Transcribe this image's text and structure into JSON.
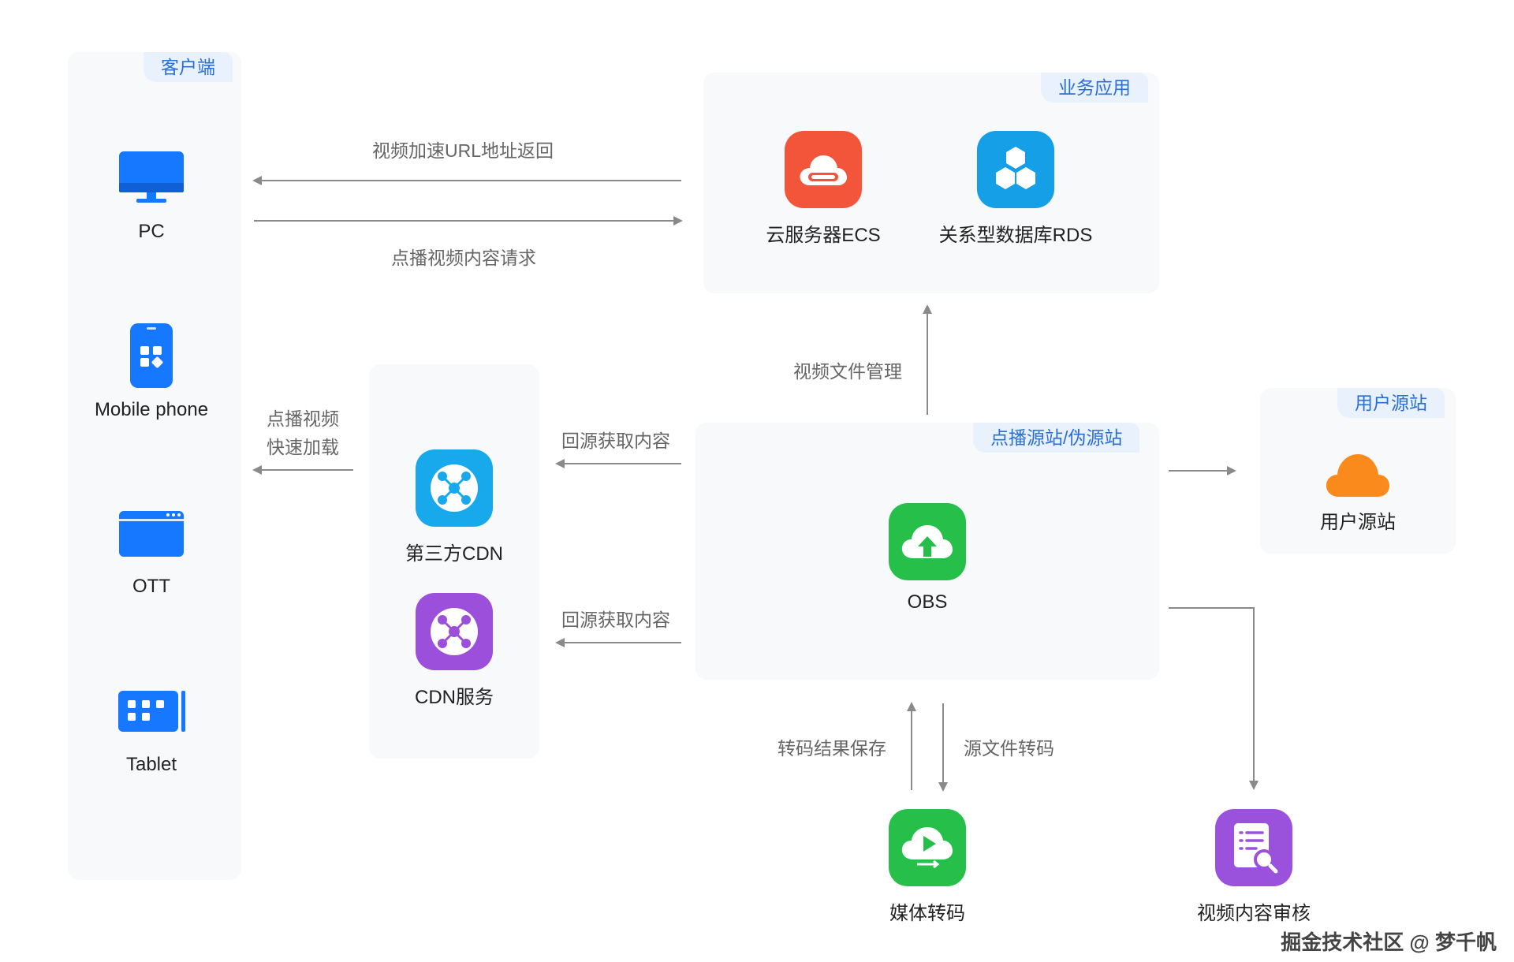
{
  "groups": {
    "client": "客户端",
    "business": "业务应用",
    "origin": "点播源站/伪源站",
    "user_origin": "用户源站"
  },
  "nodes": {
    "pc": "PC",
    "mobile": "Mobile phone",
    "ott": "OTT",
    "tablet": "Tablet",
    "ecs": "云服务器ECS",
    "rds": "关系型数据库RDS",
    "third_cdn": "第三方CDN",
    "cdn": "CDN服务",
    "obs": "OBS",
    "user_origin": "用户源站",
    "transcode": "媒体转码",
    "review": "视频内容审核"
  },
  "edges": {
    "url_return": "视频加速URL地址返回",
    "vod_request": "点播视频内容请求",
    "file_mgmt": "视频文件管理",
    "vod_line1": "点播视频",
    "vod_line2": "快速加载",
    "fetch1": "回源获取内容",
    "fetch2": "回源获取内容",
    "save_result": "转码结果保存",
    "src_transcode": "源文件转码"
  },
  "colors": {
    "ecs": "#f2553a",
    "rds": "#149fe6",
    "third_cdn": "#18a8ec",
    "cdn": "#9c4fdb",
    "obs": "#25bf4a",
    "transcode": "#25bf4a",
    "review": "#9a52dd",
    "user_origin": "#fb8a1c",
    "device": "#1677ff",
    "arrow": "#8a8a8a"
  },
  "watermark": "掘金技术社区 @ 梦千帆"
}
